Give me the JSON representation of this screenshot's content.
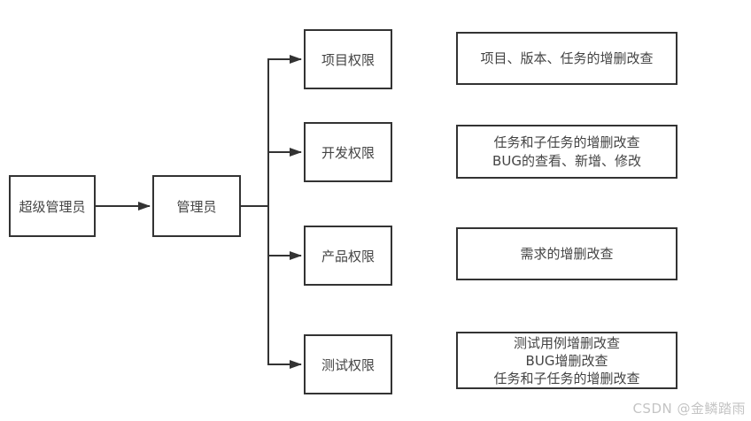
{
  "diagram": {
    "root": {
      "label": "超级管理员"
    },
    "manager": {
      "label": "管理员"
    },
    "permissions": [
      {
        "label": "项目权限",
        "desc_lines": [
          "项目、版本、任务的增删改查",
          "",
          ""
        ]
      },
      {
        "label": "开发权限",
        "desc_lines": [
          "任务和子任务的增删改查",
          "BUG的查看、新增、修改",
          ""
        ]
      },
      {
        "label": "产品权限",
        "desc_lines": [
          "需求的增删改查",
          "",
          ""
        ]
      },
      {
        "label": "测试权限",
        "desc_lines": [
          "测试用例增删改查",
          "BUG增删改查",
          "任务和子任务的增删改查"
        ]
      }
    ]
  },
  "watermark": "CSDN @金鳞踏雨",
  "colors": {
    "line": "#333333",
    "border": "#333333",
    "text": "#444444",
    "watermark": "#c4c4c4",
    "background": "#ffffff"
  }
}
